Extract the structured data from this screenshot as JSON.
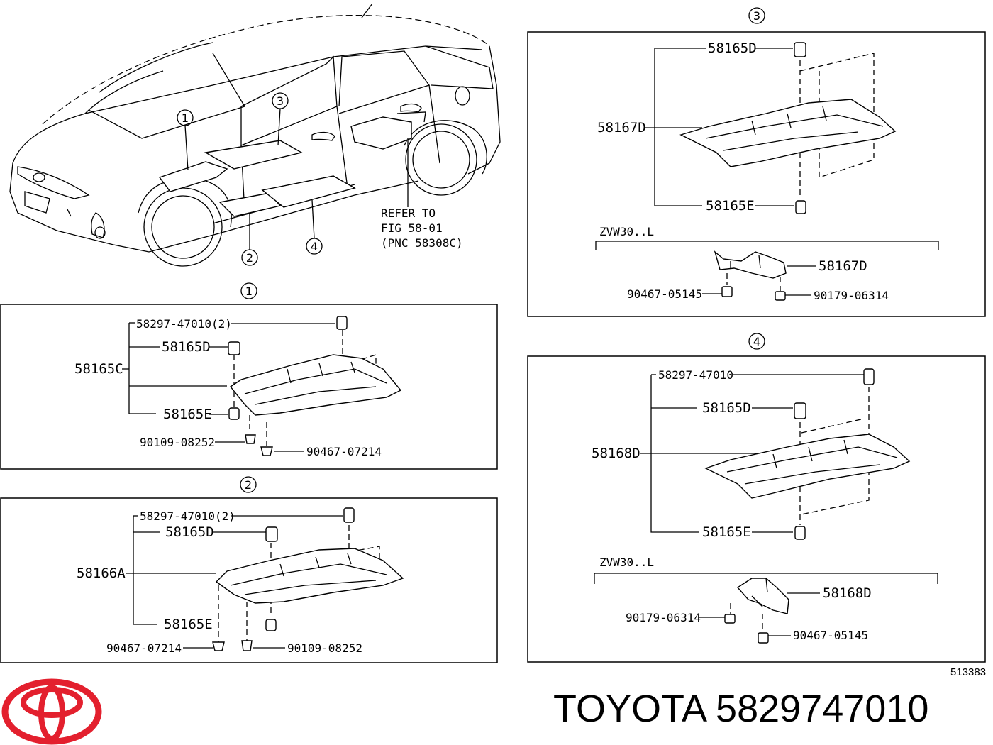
{
  "car_view": {
    "callouts": [
      "1",
      "2",
      "3",
      "4"
    ],
    "refer_note": [
      "REFER TO",
      "FIG 58-01",
      "(PNC 58308C)"
    ]
  },
  "panel1": {
    "number": "1",
    "labels": {
      "clip": "58297-47010(2)",
      "d": "58165D",
      "c": "58165C",
      "e": "58165E",
      "bolt": "90109-08252",
      "nut": "90467-07214"
    }
  },
  "panel2": {
    "number": "2",
    "labels": {
      "clip": "58297-47010(2)",
      "d": "58165D",
      "a": "58166A",
      "e": "58165E",
      "nut": "90467-07214",
      "bolt": "90109-08252"
    }
  },
  "panel3": {
    "number": "3",
    "labels": {
      "d": "58165D",
      "cover": "58167D",
      "e": "58165E",
      "variant": "ZVW30..L",
      "sub_cover": "58167D",
      "sub_left": "90467-05145",
      "sub_right": "90179-06314"
    }
  },
  "panel4": {
    "number": "4",
    "labels": {
      "clip": "58297-47010",
      "d": "58165D",
      "cover": "58168D",
      "e": "58165E",
      "variant": "ZVW30..L",
      "sub_cover": "58168D",
      "sub_left": "90179-06314",
      "sub_right": "90467-05145"
    }
  },
  "catalog_number": "513383",
  "brand": {
    "text": "TOYOTA 5829747010",
    "logo_color": "#e3202e"
  }
}
